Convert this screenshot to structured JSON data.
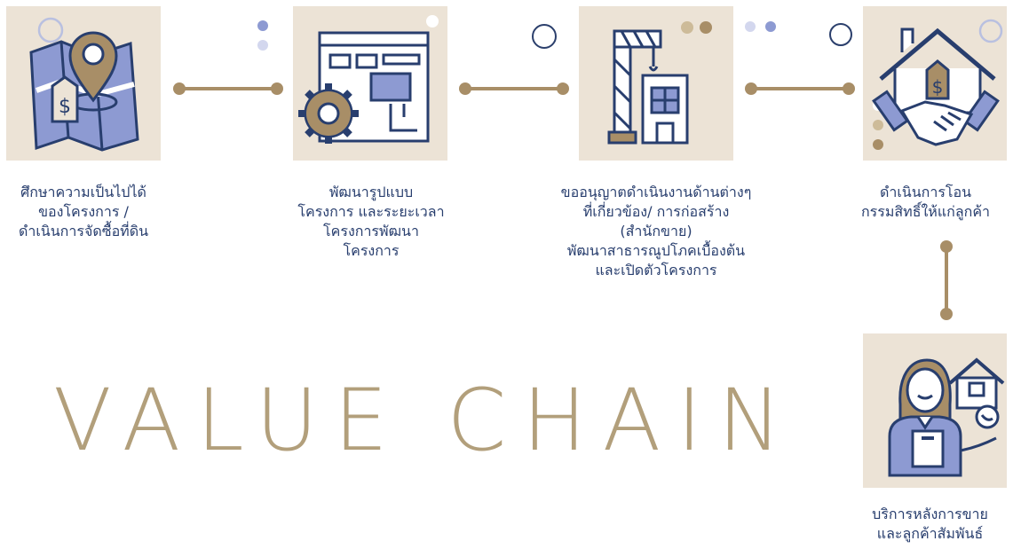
{
  "title": "VALUE CHAIN",
  "steps": [
    {
      "lines": [
        "ศึกษาความเป็นไปได้",
        "ของโครงการ /",
        "ดำเนินการจัดซื้อที่ดิน"
      ],
      "icon": "map-location-icon"
    },
    {
      "lines": [
        "พัฒนารูปแบบ",
        "โครงการ และระยะเวลา",
        "โครงการพัฒนา",
        "โครงการ"
      ],
      "icon": "blueprint-gear-icon"
    },
    {
      "lines": [
        "ขออนุญาตดำเนินงานด้านต่างๆ",
        "ที่เกี่ยวข้อง/ การก่อสร้าง",
        "(สำนักขาย)",
        "พัฒนาสาธารณูปโภคเบื้องต้น",
        "และเปิดตัวโครงการ"
      ],
      "icon": "crane-building-icon"
    },
    {
      "lines": [
        "ดำเนินการโอน",
        "กรรมสิทธิ์ให้แก่ลูกค้า"
      ],
      "icon": "house-handshake-icon"
    },
    {
      "lines": [
        "บริการหลังการขาย",
        "และลูกค้าสัมพันธ์"
      ],
      "icon": "customer-service-icon"
    }
  ],
  "colors": {
    "tile": "#ece3d6",
    "navy": "#283e6e",
    "accent_blue": "#8d9ad2",
    "gold": "#a88e67",
    "title": "#b29f7b"
  }
}
